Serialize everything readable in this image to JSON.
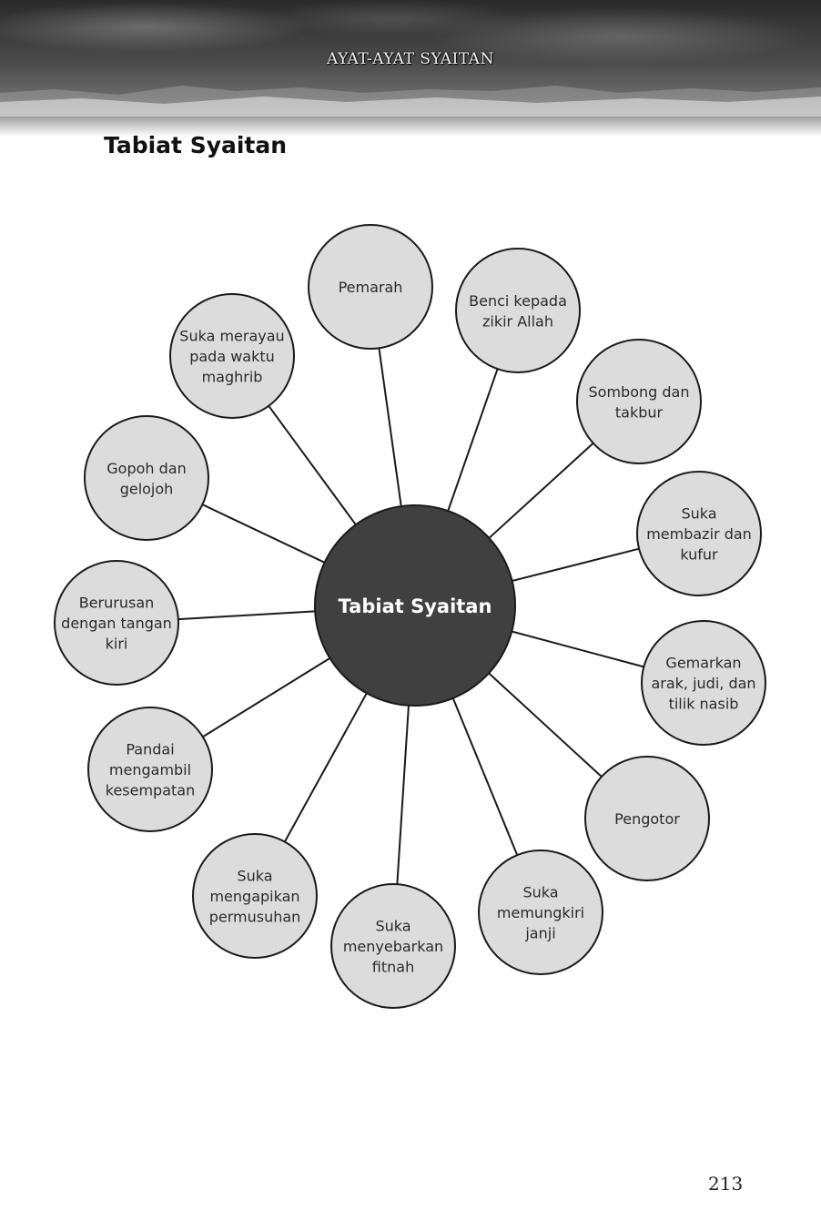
{
  "header": {
    "running_title": "AYAT-AYAT SYAITAN"
  },
  "title": "Tabiat Syaitan",
  "diagram": {
    "center": {
      "label": "Tabiat Syaitan",
      "color": "#404040"
    },
    "node_fill": "#dcdcdc",
    "nodes": [
      {
        "id": "pemarah",
        "lines": [
          "Pemarah"
        ]
      },
      {
        "id": "benci-kepada-zikir-allah",
        "lines": [
          "Benci kepada",
          "zikir Allah"
        ]
      },
      {
        "id": "sombong-dan-takbur",
        "lines": [
          "Sombong dan",
          "takbur"
        ]
      },
      {
        "id": "suka-membazir-dan-kufur",
        "lines": [
          "Suka",
          "membazir dan",
          "kufur"
        ]
      },
      {
        "id": "gemarkan-arak-judi-dan-tilik-nasib",
        "lines": [
          "Gemarkan",
          "arak, judi, dan",
          "tilik nasib"
        ]
      },
      {
        "id": "pengotor",
        "lines": [
          "Pengotor"
        ]
      },
      {
        "id": "suka-memungkiri-janji",
        "lines": [
          "Suka",
          "memungkiri",
          "janji"
        ]
      },
      {
        "id": "suka-menyebarkan-fitnah",
        "lines": [
          "Suka",
          "menyebarkan",
          "fitnah"
        ]
      },
      {
        "id": "suka-mengapikan-permusuhan",
        "lines": [
          "Suka",
          "mengapikan",
          "permusuhan"
        ]
      },
      {
        "id": "pandai-mengambil-kesempatan",
        "lines": [
          "Pandai",
          "mengambil",
          "kesempatan"
        ]
      },
      {
        "id": "berurusan-dengan-tangan-kiri",
        "lines": [
          "Berurusan",
          "dengan tangan",
          "kiri"
        ]
      },
      {
        "id": "gopoh-dan-gelojoh",
        "lines": [
          "Gopoh dan",
          "gelojoh"
        ]
      },
      {
        "id": "suka-merayau-pada-waktu-maghrib",
        "lines": [
          "Suka merayau",
          "pada waktu",
          "maghrib"
        ]
      }
    ]
  },
  "page_number": "213"
}
